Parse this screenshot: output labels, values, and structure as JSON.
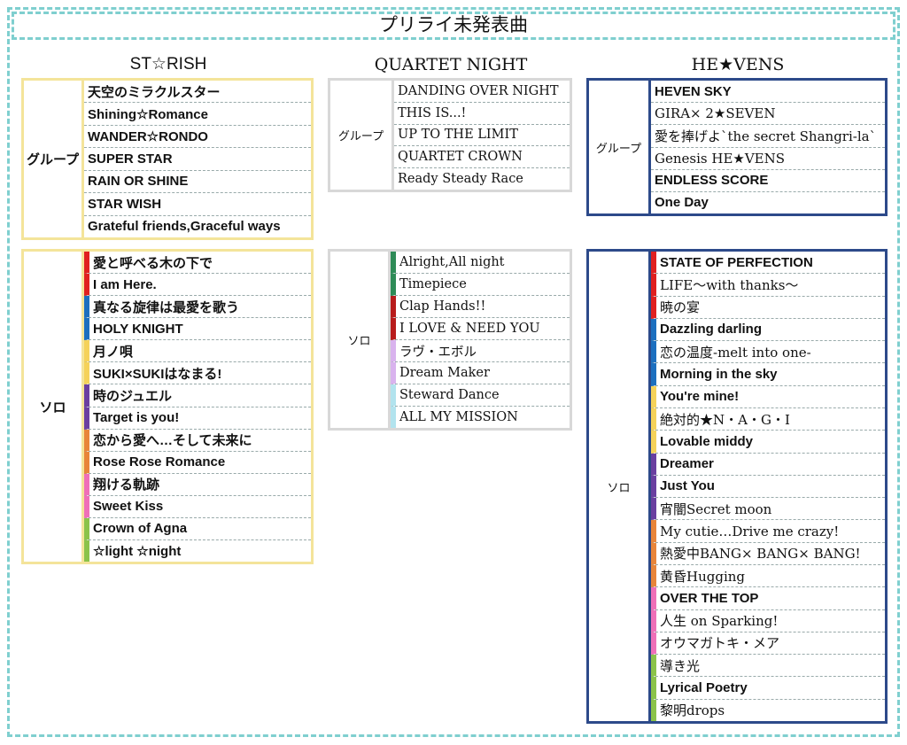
{
  "title": "プリライ未発表曲",
  "colors": {
    "border_dashed": "#7fcfcf",
    "starish_border": "#f4e49a",
    "quartet_border": "#d8d8d8",
    "heavens_border": "#2d4a8a"
  },
  "starish": {
    "name": "ST☆RISH",
    "group_label": "グループ",
    "group": [
      "天空のミラクルスター",
      "Shining☆Romance",
      "WANDER☆RONDO",
      "SUPER STAR",
      "RAIN OR SHINE",
      "STAR WISH",
      "Grateful friends,Graceful ways"
    ],
    "solo_label": "ソロ",
    "solo": [
      {
        "title": "愛と呼べる木の下で",
        "color": "#e02020"
      },
      {
        "title": "I am  Here.",
        "color": "#e02020"
      },
      {
        "title": "真なる旋律は最愛を歌う",
        "color": "#1c6fbf"
      },
      {
        "title": "HOLY KNIGHT",
        "color": "#1c6fbf"
      },
      {
        "title": "月ノ唄",
        "color": "#f5d25a"
      },
      {
        "title": "SUKI×SUKIはなまる!",
        "color": "#f5d25a"
      },
      {
        "title": "時のジュエル",
        "color": "#6a3fa0"
      },
      {
        "title": "Target is you!",
        "color": "#6a3fa0"
      },
      {
        "title": "恋から愛へ…そして未来に",
        "color": "#e8853a"
      },
      {
        "title": "Rose Rose Romance",
        "color": "#e8853a"
      },
      {
        "title": "翔ける軌跡",
        "color": "#ef6fb8"
      },
      {
        "title": "Sweet Kiss",
        "color": "#ef6fb8"
      },
      {
        "title": "Crown of Agna",
        "color": "#8bc34a"
      },
      {
        "title": "☆light ☆night",
        "color": "#8bc34a"
      }
    ]
  },
  "quartet": {
    "name": "QUARTET NIGHT",
    "group_label": "グループ",
    "group": [
      "DANDING OVER NIGHT",
      "THIS IS...!",
      "UP TO THE LIMIT",
      "QUARTET CROWN",
      "Ready Steady Race"
    ],
    "solo_label": "ソロ",
    "solo": [
      {
        "title": "Alright,All night",
        "color": "#2e8b57"
      },
      {
        "title": "Timepiece",
        "color": "#2e8b57"
      },
      {
        "title": "Clap Hands!!",
        "color": "#b81c1c"
      },
      {
        "title": "I LOVE & NEED YOU",
        "color": "#b81c1c"
      },
      {
        "title": "ラヴ・エボル",
        "color": "#d9b3ee"
      },
      {
        "title": "Dream Maker",
        "color": "#d9b3ee"
      },
      {
        "title": "Steward Dance",
        "color": "#b2e3ee"
      },
      {
        "title": "ALL MY MISSION",
        "color": "#b2e3ee"
      }
    ]
  },
  "heavens": {
    "name": "HE★VENS",
    "group_label": "グループ",
    "group": [
      {
        "title": "HEVEN SKY",
        "style": "bold"
      },
      {
        "title": "GIRA×  2★SEVEN",
        "style": "serif"
      },
      {
        "title": "愛を捧げよ`the secret Shangri-la`",
        "style": "serif"
      },
      {
        "title": "Genesis HE★VENS",
        "style": "serif"
      },
      {
        "title": "ENDLESS SCORE",
        "style": "bold"
      },
      {
        "title": "One Day",
        "style": "bold"
      }
    ],
    "solo_label": "ソロ",
    "solo": [
      {
        "title": "STATE OF PERFECTION",
        "color": "#e02020",
        "style": "bold"
      },
      {
        "title": "LIFE～with thanks～",
        "color": "#e02020",
        "style": "serif"
      },
      {
        "title": "暁の宴",
        "color": "#e02020",
        "style": "serif"
      },
      {
        "title": "Dazzling darling",
        "color": "#1c6fbf",
        "style": "bold"
      },
      {
        "title": "恋の温度-melt into one-",
        "color": "#1c6fbf",
        "style": "serif"
      },
      {
        "title": "Morning in the sky",
        "color": "#1c6fbf",
        "style": "bold"
      },
      {
        "title": "You're mine!",
        "color": "#f5d25a",
        "style": "bold"
      },
      {
        "title": "絶対的★N・A・G・I",
        "color": "#f5d25a",
        "style": "serif"
      },
      {
        "title": "Lovable middy",
        "color": "#f5d25a",
        "style": "bold"
      },
      {
        "title": "Dreamer",
        "color": "#6a3fa0",
        "style": "bold"
      },
      {
        "title": "Just You",
        "color": "#6a3fa0",
        "style": "bold"
      },
      {
        "title": "宵闇Secret moon",
        "color": "#6a3fa0",
        "style": "serif"
      },
      {
        "title": "My cutie…Drive me crazy!",
        "color": "#e8853a",
        "style": "serif"
      },
      {
        "title": "熱愛中BANG× BANG× BANG!",
        "color": "#e8853a",
        "style": "serif"
      },
      {
        "title": "黄昏Hugging",
        "color": "#e8853a",
        "style": "serif"
      },
      {
        "title": "OVER THE TOP",
        "color": "#ef6fb8",
        "style": "bold"
      },
      {
        "title": "人生 on Sparking!",
        "color": "#ef6fb8",
        "style": "serif"
      },
      {
        "title": "オウマガトキ・メア",
        "color": "#ef6fb8",
        "style": "serif"
      },
      {
        "title": "導き光",
        "color": "#8bc34a",
        "style": "serif"
      },
      {
        "title": "Lyrical Poetry",
        "color": "#8bc34a",
        "style": "bold"
      },
      {
        "title": "黎明drops",
        "color": "#8bc34a",
        "style": "serif"
      }
    ]
  }
}
